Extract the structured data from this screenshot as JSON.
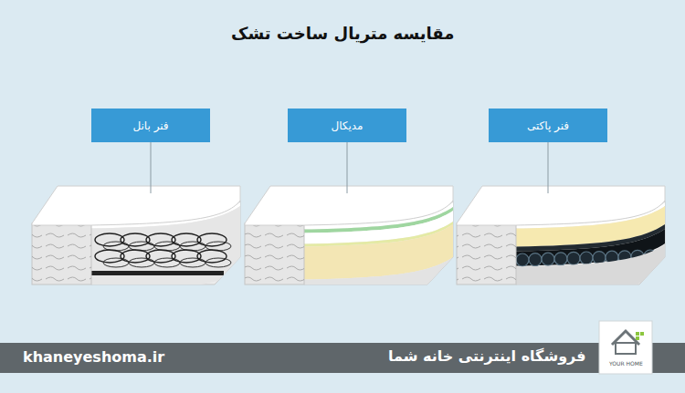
{
  "diagram": {
    "title": "مقایسه متریال ساخت تشک",
    "nodes": [
      {
        "text": [
          "فنر پاکتی"
        ]
      },
      {
        "text": [
          "مدیکال"
        ]
      },
      {
        "text": [
          "فنر بانل"
        ]
      }
    ],
    "labels": [
      "khaneyeshoma.ir",
      "فروشگاه اینترنتی خانه شما",
      "YOUR HOME"
    ]
  }
}
